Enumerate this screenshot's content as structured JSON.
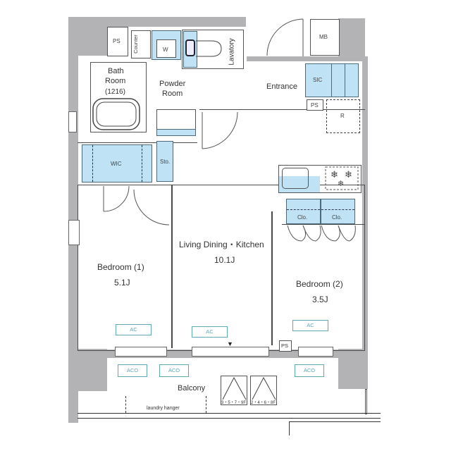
{
  "floorplan": {
    "rooms": {
      "ldk": {
        "name": "Living Dining・Kitchen",
        "size": "10.1J"
      },
      "bedroom1": {
        "name": "Bedroom (1)",
        "size": "5.1J"
      },
      "bedroom2": {
        "name": "Bedroom (2)",
        "size": "3.5J"
      },
      "bath": {
        "line1": "Bath",
        "line2": "Room",
        "line3": "(1216)"
      },
      "powder": {
        "line1": "Powder",
        "line2": "Room"
      },
      "lavatory": "Lavatory",
      "entrance": "Entrance",
      "balcony": "Balcony"
    },
    "fixtures": {
      "ps_top": "PS",
      "counter": "Counter",
      "washer": "W",
      "mb": "MB",
      "sic": "SIC",
      "ps_entrance": "PS",
      "refrigerator": "R",
      "wic": "WIC",
      "storage": "Sto.",
      "closet1": "Clo.",
      "closet2": "Clo.",
      "ps_balcony": "PS",
      "laundry_hanger": "laundry hanger",
      "hatch1": "3・5・7・9F",
      "hatch2": "2・4・6・8F"
    },
    "ac_units": {
      "bedroom1": "AC",
      "ldk": "AC",
      "bedroom2": "AC"
    },
    "aco_units": [
      "ACO",
      "ACO",
      "ACO"
    ],
    "colors": {
      "wall": "#b3b3b5",
      "fixture_blue": "#bfe3f5",
      "ac_teal": "#5fa9b5"
    }
  }
}
